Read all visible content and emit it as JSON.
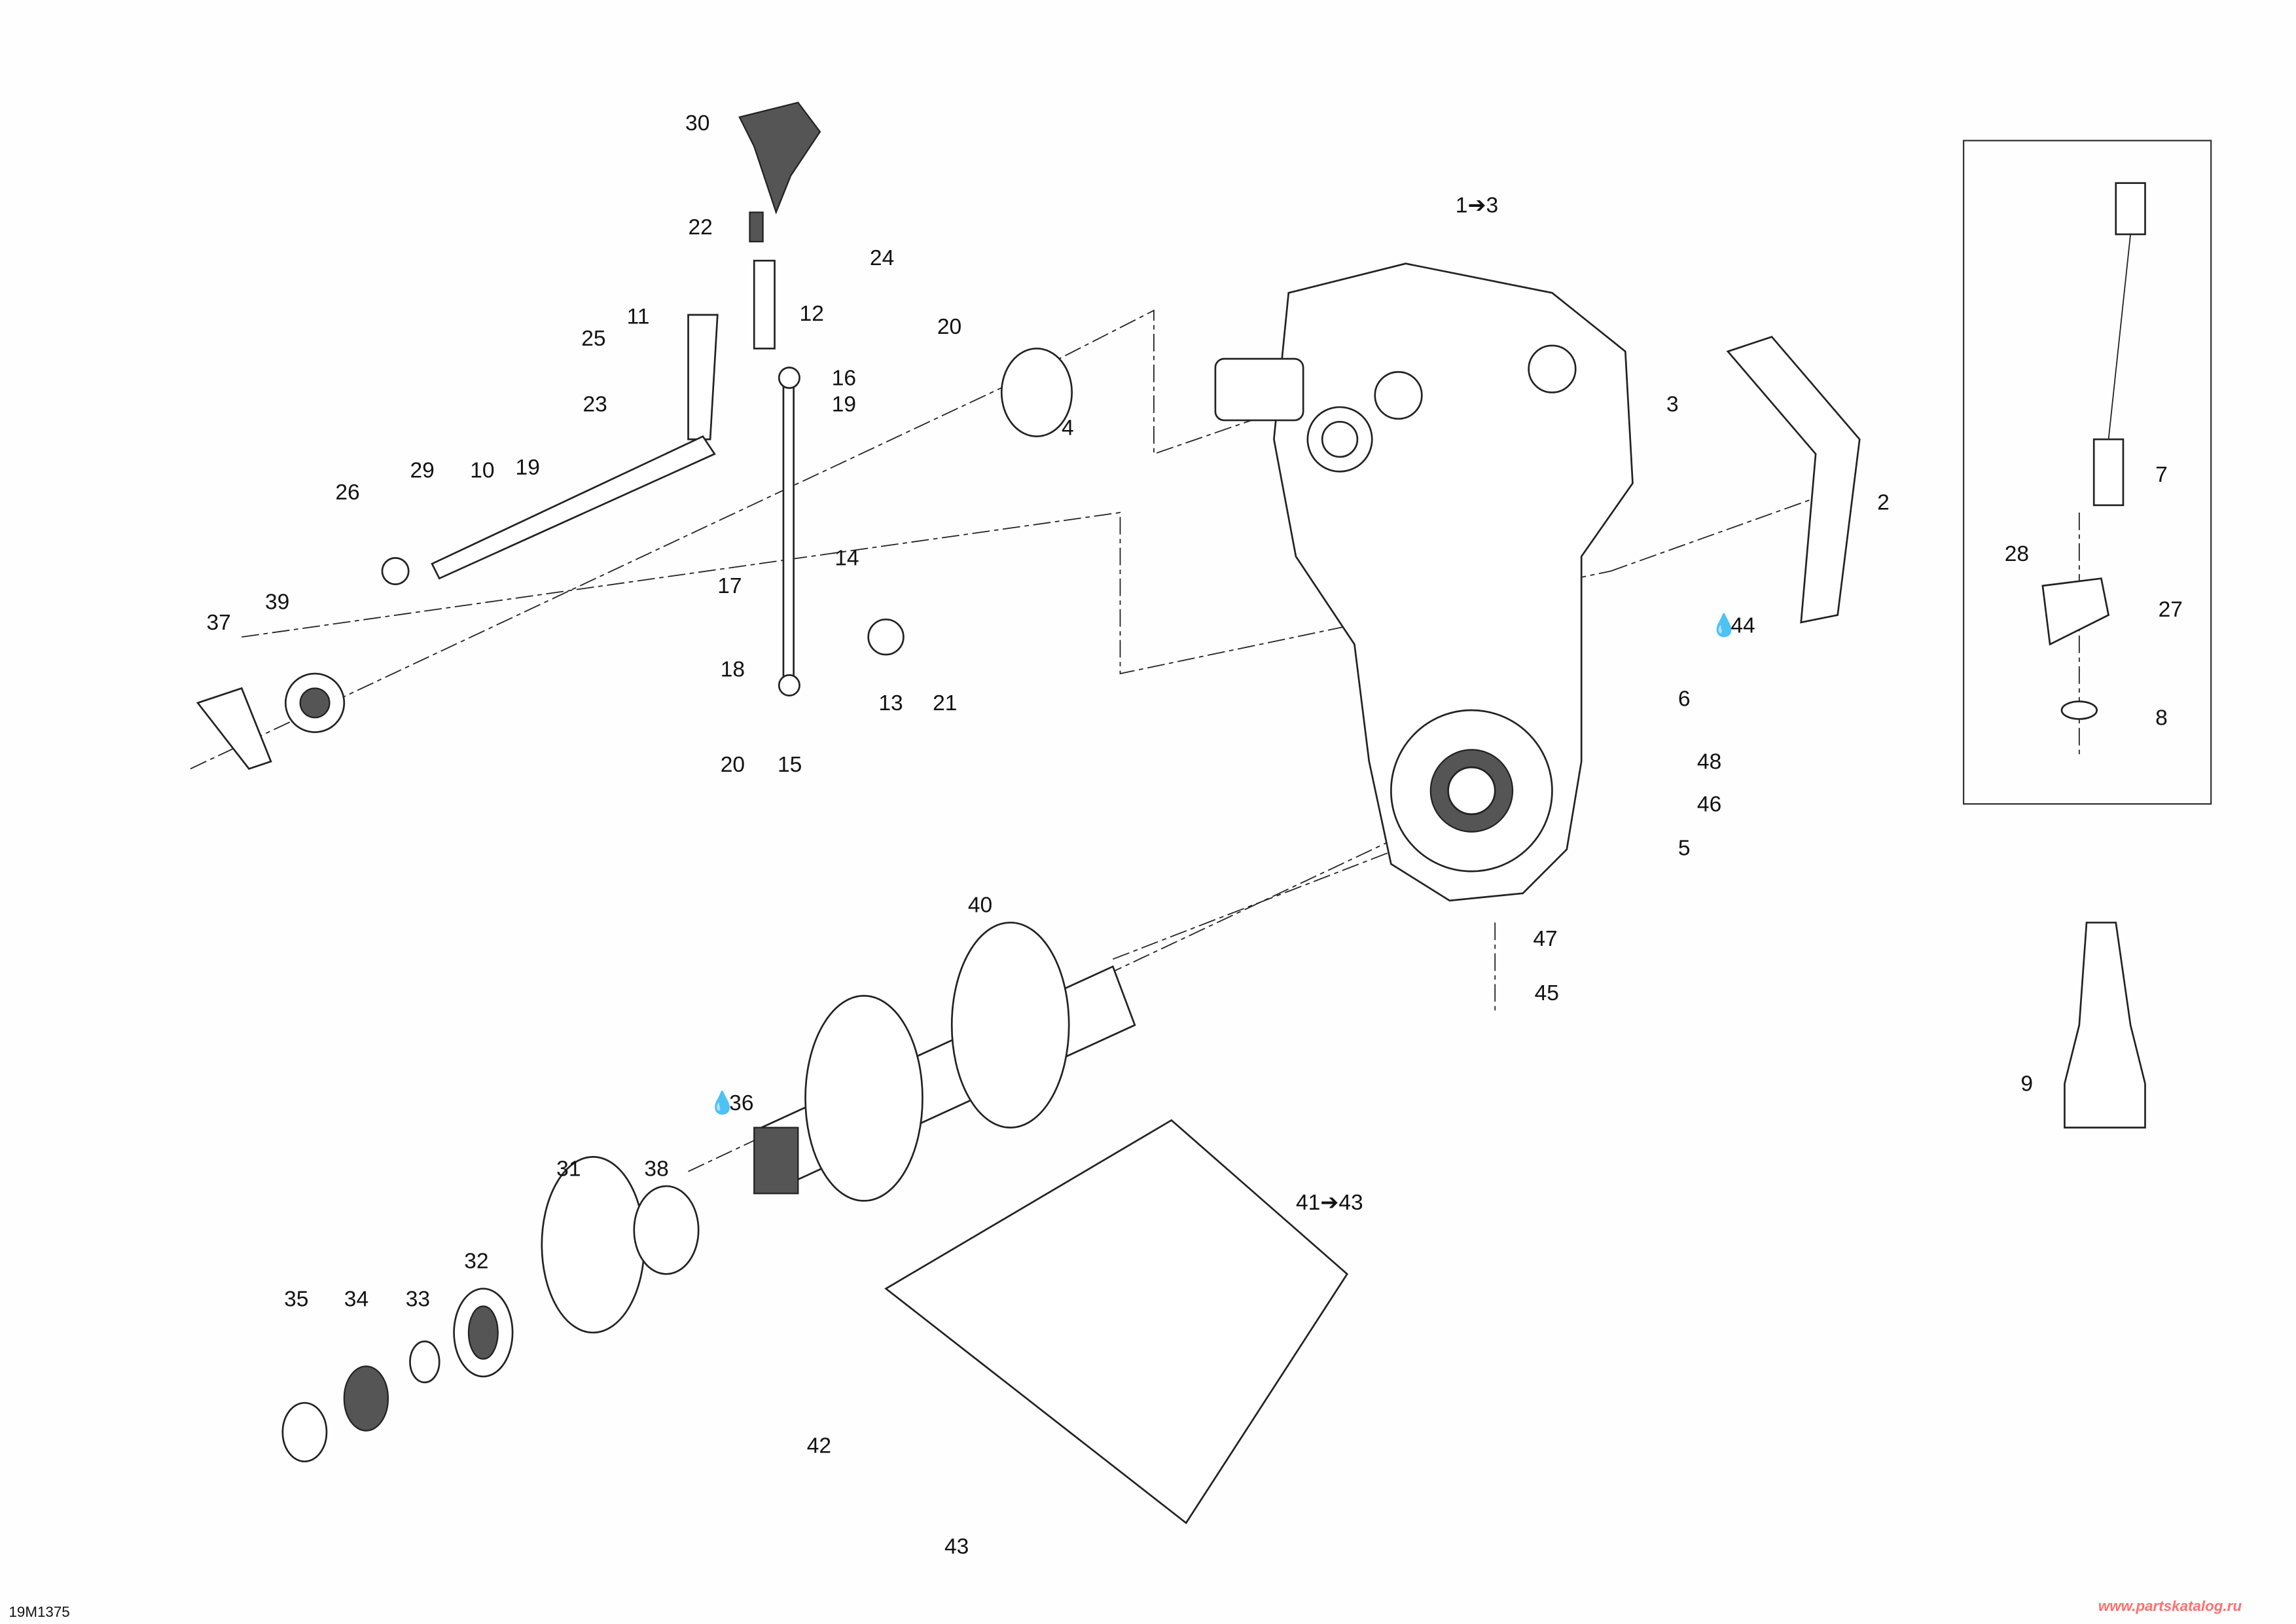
{
  "diagram_code": "19M1375",
  "watermark": "www.partskatalog.ru",
  "labels": {
    "p1_3": "1➔3",
    "p2": "2",
    "p3": "3",
    "p4": "4",
    "p5": "5",
    "p6": "6",
    "p7": "7",
    "p8": "8",
    "p9": "9",
    "p10": "10",
    "p11": "11",
    "p12": "12",
    "p13": "13",
    "p14": "14",
    "p15": "15",
    "p16": "16",
    "p17": "17",
    "p18": "18",
    "p19a": "19",
    "p19b": "19",
    "p20a": "20",
    "p20b": "20",
    "p21": "21",
    "p22": "22",
    "p23": "23",
    "p24": "24",
    "p25": "25",
    "p26": "26",
    "p27": "27",
    "p28": "28",
    "p29": "29",
    "p30": "30",
    "p31": "31",
    "p32": "32",
    "p33": "33",
    "p34": "34",
    "p35": "35",
    "p36": "36",
    "p37": "37",
    "p38": "38",
    "p39": "39",
    "p40": "40",
    "p41_43": "41➔43",
    "p42": "42",
    "p43": "43",
    "p44": "44",
    "p45": "45",
    "p46": "46",
    "p47": "47",
    "p48": "48"
  },
  "icons": {
    "lubricant": "oil-drop-icon"
  }
}
